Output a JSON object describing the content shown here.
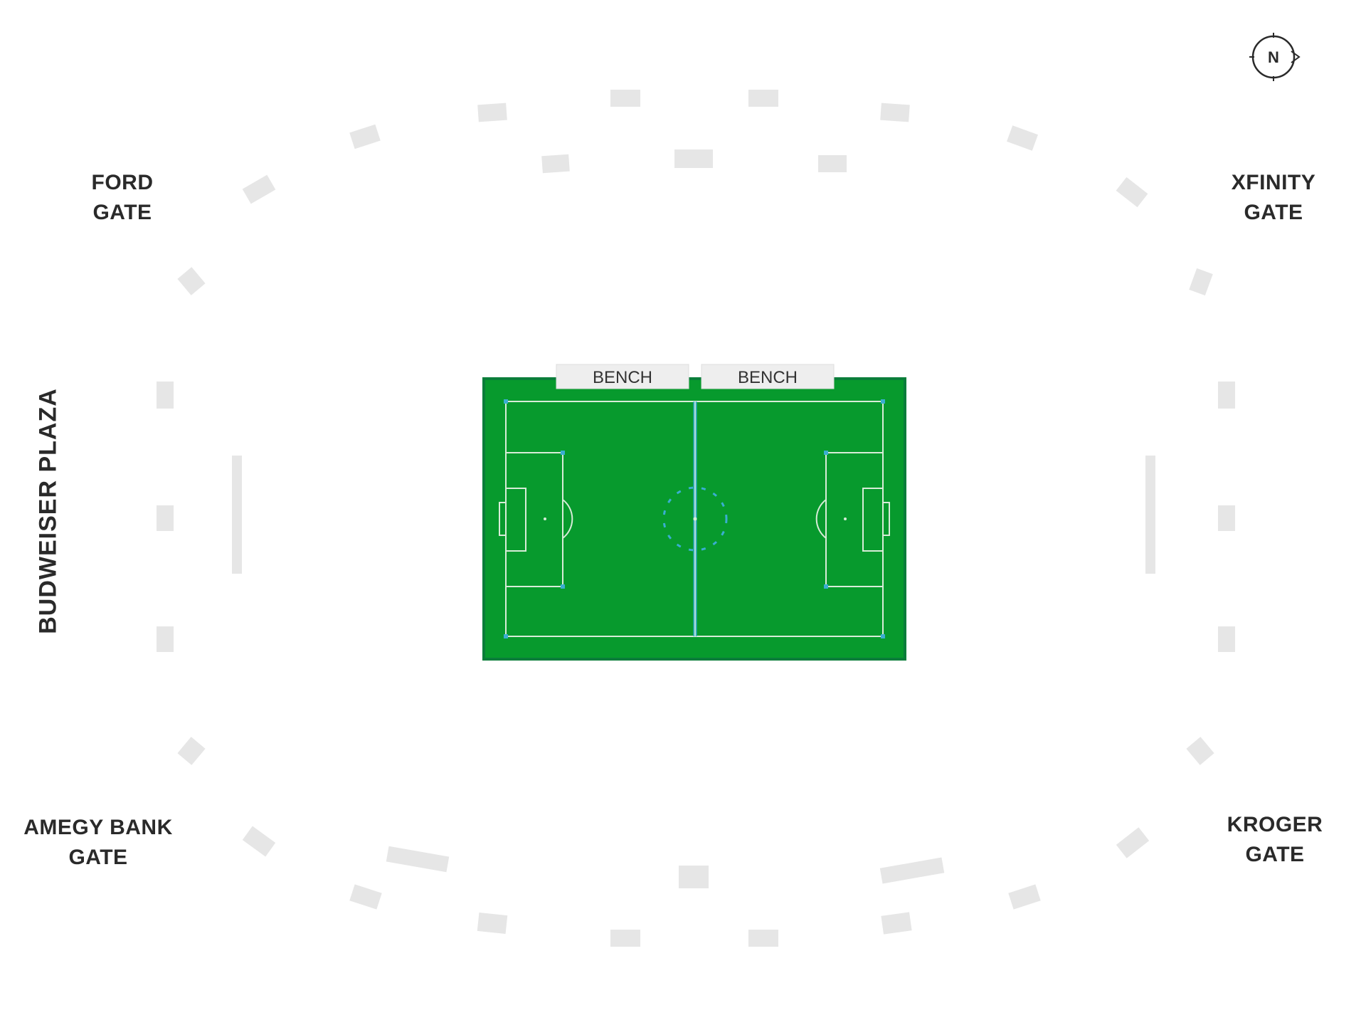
{
  "map": {
    "compass": {
      "label": "N"
    },
    "gates": {
      "ford": {
        "line1": "FORD",
        "line2": "GATE"
      },
      "xfinity": {
        "line1": "XFINITY",
        "line2": "GATE"
      },
      "amegy": {
        "line1": "AMEGY BANK",
        "line2": "GATE"
      },
      "kroger": {
        "line1": "KROGER",
        "line2": "GATE"
      }
    },
    "plaza": {
      "label": "BUDWEISER PLAZA"
    },
    "pitch": {
      "bench_left": "BENCH",
      "bench_right": "BENCH"
    },
    "colors": {
      "pitch_green": "#079a2d",
      "pitch_border": "#0a7d3a",
      "pitch_lines": "#d8ecd8",
      "bench_fill": "#eeeeee",
      "section_gray": "#e6e6e6",
      "label_text": "#2a2a2a"
    }
  }
}
